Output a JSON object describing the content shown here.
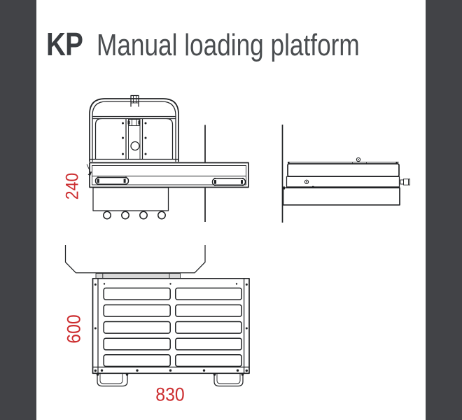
{
  "title": {
    "code": "KP",
    "name": "Manual loading platform"
  },
  "dimensions": {
    "front_height": "240",
    "plan_depth": "600",
    "plan_width": "830"
  },
  "colors": {
    "frame": "#424347",
    "dimension": "#cc2d2f",
    "line": "#202224",
    "title_code": "#3b3e42",
    "title_text": "#4a4d50",
    "shade": "#d8d8d8"
  }
}
